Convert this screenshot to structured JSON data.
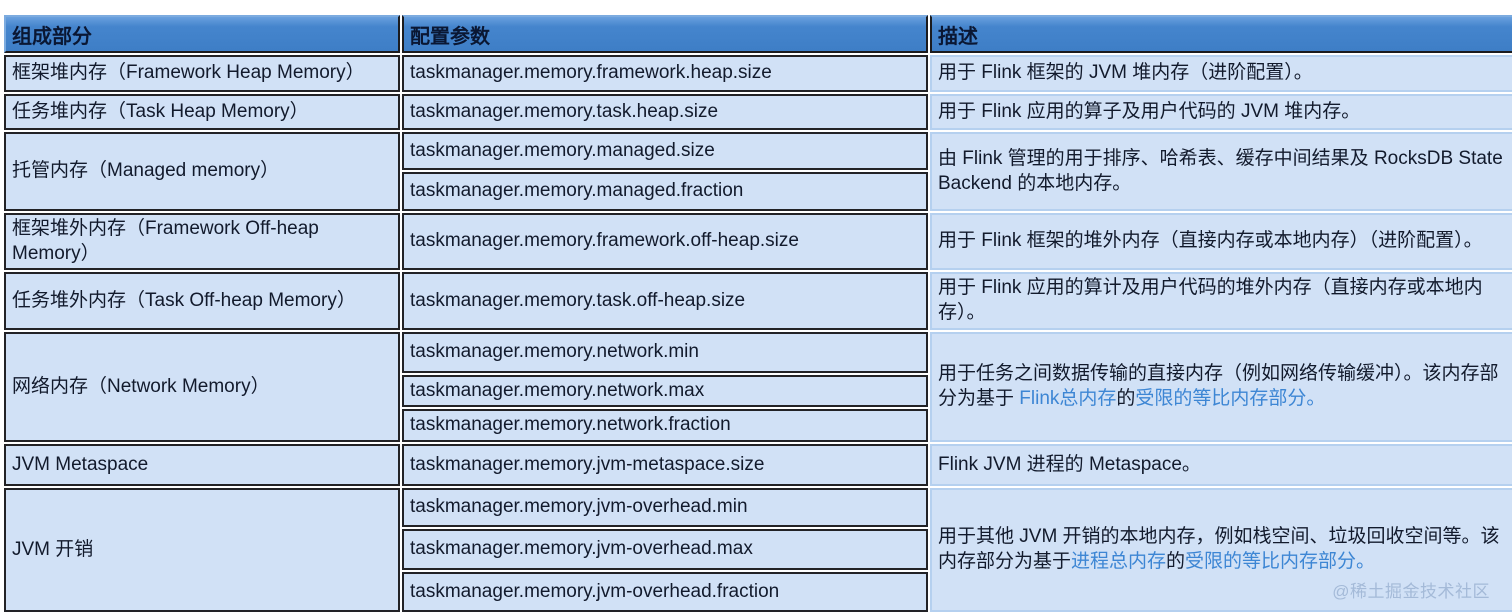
{
  "colors": {
    "header_blue": "#4585cd",
    "cell_blue": "#d1e1f6",
    "link_blue": "#3d86d4",
    "dark_border": "#222226",
    "light_border": "#b5d0ef"
  },
  "watermark": "@稀土掘金技术社区",
  "table": {
    "headers": [
      "组成部分",
      "配置参数",
      "描述"
    ],
    "groups": [
      {
        "component": "框架堆内存（Framework Heap Memory）",
        "params": [
          "taskmanager.memory.framework.heap.size"
        ],
        "desc_parts": [
          {
            "text": "用于 Flink 框架的 JVM 堆内存（进阶配置）。",
            "link": false
          }
        ]
      },
      {
        "component": "任务堆内存（Task Heap Memory）",
        "params": [
          "taskmanager.memory.task.heap.size"
        ],
        "desc_parts": [
          {
            "text": "用于 Flink 应用的算子及用户代码的 JVM 堆内存。",
            "link": false
          }
        ]
      },
      {
        "component": "托管内存（Managed memory）",
        "params": [
          "taskmanager.memory.managed.size",
          "taskmanager.memory.managed.fraction"
        ],
        "desc_parts": [
          {
            "text": "由 Flink 管理的用于排序、哈希表、缓存中间结果及 RocksDB State Backend 的本地内存。",
            "link": false
          }
        ]
      },
      {
        "component": "框架堆外内存（Framework Off-heap Memory）",
        "params": [
          "taskmanager.memory.framework.off-heap.size"
        ],
        "desc_parts": [
          {
            "text": "用于 Flink 框架的堆外内存（直接内存或本地内存）（进阶配置）。",
            "link": false
          }
        ]
      },
      {
        "component": "任务堆外内存（Task Off-heap Memory）",
        "params": [
          "taskmanager.memory.task.off-heap.size"
        ],
        "desc_parts": [
          {
            "text": "用于 Flink 应用的算计及用户代码的堆外内存（直接内存或本地内存）。",
            "link": false
          }
        ]
      },
      {
        "component": "网络内存（Network Memory）",
        "params": [
          "taskmanager.memory.network.min",
          "taskmanager.memory.network.max",
          "taskmanager.memory.network.fraction"
        ],
        "desc_parts": [
          {
            "text": "用于任务之间数据传输的直接内存（例如网络传输缓冲）。该内存部分为基于 ",
            "link": false
          },
          {
            "text": "Flink总内存",
            "link": true
          },
          {
            "text": "的",
            "link": false
          },
          {
            "text": "受限的等比内存部分。",
            "link": true
          }
        ]
      },
      {
        "component": "JVM Metaspace",
        "params": [
          "taskmanager.memory.jvm-metaspace.size"
        ],
        "desc_parts": [
          {
            "text": "Flink JVM 进程的 Metaspace。",
            "link": false
          }
        ]
      },
      {
        "component": "JVM 开销",
        "params": [
          "taskmanager.memory.jvm-overhead.min",
          "taskmanager.memory.jvm-overhead.max",
          "taskmanager.memory.jvm-overhead.fraction"
        ],
        "desc_parts": [
          {
            "text": "用于其他 JVM 开销的本地内存，例如栈空间、垃圾回收空间等。该内存部分为基于",
            "link": false
          },
          {
            "text": "进程总内存",
            "link": true
          },
          {
            "text": "的",
            "link": false
          },
          {
            "text": "受限的等比内存部分。",
            "link": true
          }
        ]
      }
    ]
  }
}
